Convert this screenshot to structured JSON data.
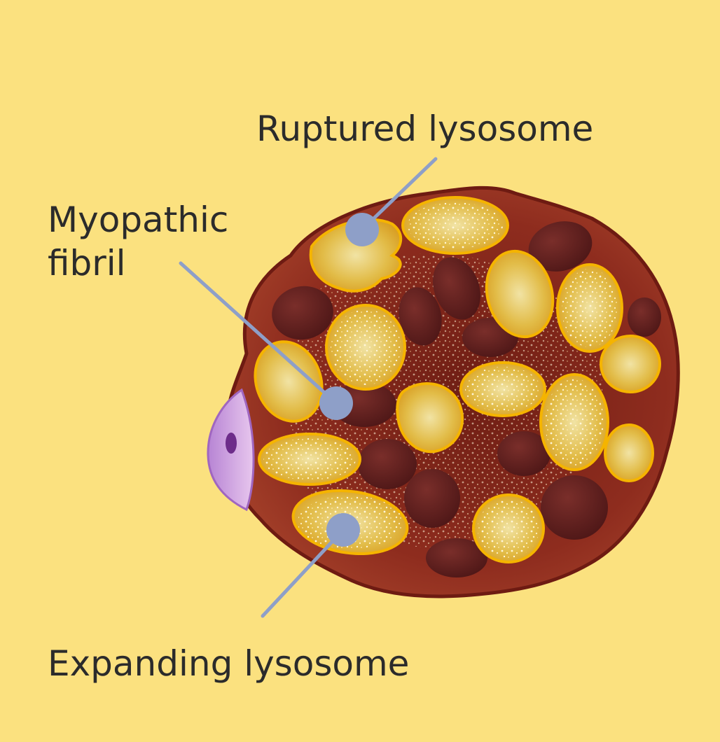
{
  "labels": {
    "ruptured": "Ruptured lysosome",
    "myopathic_line1": "Myopathic",
    "myopathic_line2": "fibril",
    "expanding": "Expanding lysosome"
  },
  "colors": {
    "background": "#FBE17F",
    "fiber": "#8C2A1E",
    "fiber_edge": "#6E1B12",
    "fibril": "#5E1E1C",
    "lysosome_fill": "#E7B72F",
    "lysosome_edge": "#F5B400",
    "nucleus": "#C594D9",
    "leader": "#8E9FC8",
    "text": "#2b2b2b"
  },
  "icons": {
    "leader_dot": "circle",
    "nucleus": "purple-nucleus-icon"
  }
}
